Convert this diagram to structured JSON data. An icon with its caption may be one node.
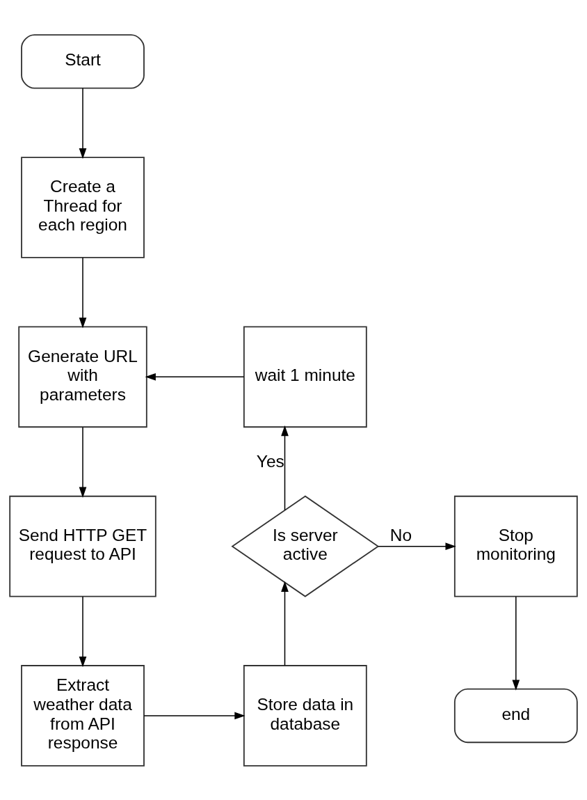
{
  "diagram": {
    "nodes": [
      {
        "text": [
          "Start"
        ]
      },
      {
        "text": [
          "Create a Thread for each region"
        ]
      },
      {
        "text": [
          "Generate URL with parameters"
        ]
      },
      {
        "text": [
          "Send HTTP GET request to API"
        ]
      },
      {
        "text": [
          "Extract weather data from API response"
        ]
      },
      {
        "text": [
          "Store data in database"
        ]
      },
      {
        "text": [
          "Is server active"
        ]
      },
      {
        "text": [
          "wait 1 minute"
        ]
      },
      {
        "text": [
          "Stop monitoring"
        ]
      },
      {
        "text": [
          "end"
        ]
      }
    ],
    "edges": [
      {
        "from": 0,
        "to": 1,
        "arrow": "to"
      },
      {
        "from": 1,
        "to": 2,
        "arrow": "to"
      },
      {
        "from": 2,
        "to": 3,
        "arrow": "to"
      },
      {
        "from": 3,
        "to": 4,
        "arrow": "to"
      },
      {
        "from": 4,
        "to": 5,
        "arrow": "to"
      },
      {
        "from": 5,
        "to": 6,
        "arrow": "to"
      },
      {
        "from": 6,
        "to": 7,
        "arrow": "to",
        "label": "Yes"
      },
      {
        "from": 7,
        "to": 2,
        "arrow": "to"
      },
      {
        "from": 6,
        "to": 8,
        "arrow": "to",
        "label": "No"
      },
      {
        "from": 8,
        "to": 9,
        "arrow": "to"
      }
    ]
  }
}
